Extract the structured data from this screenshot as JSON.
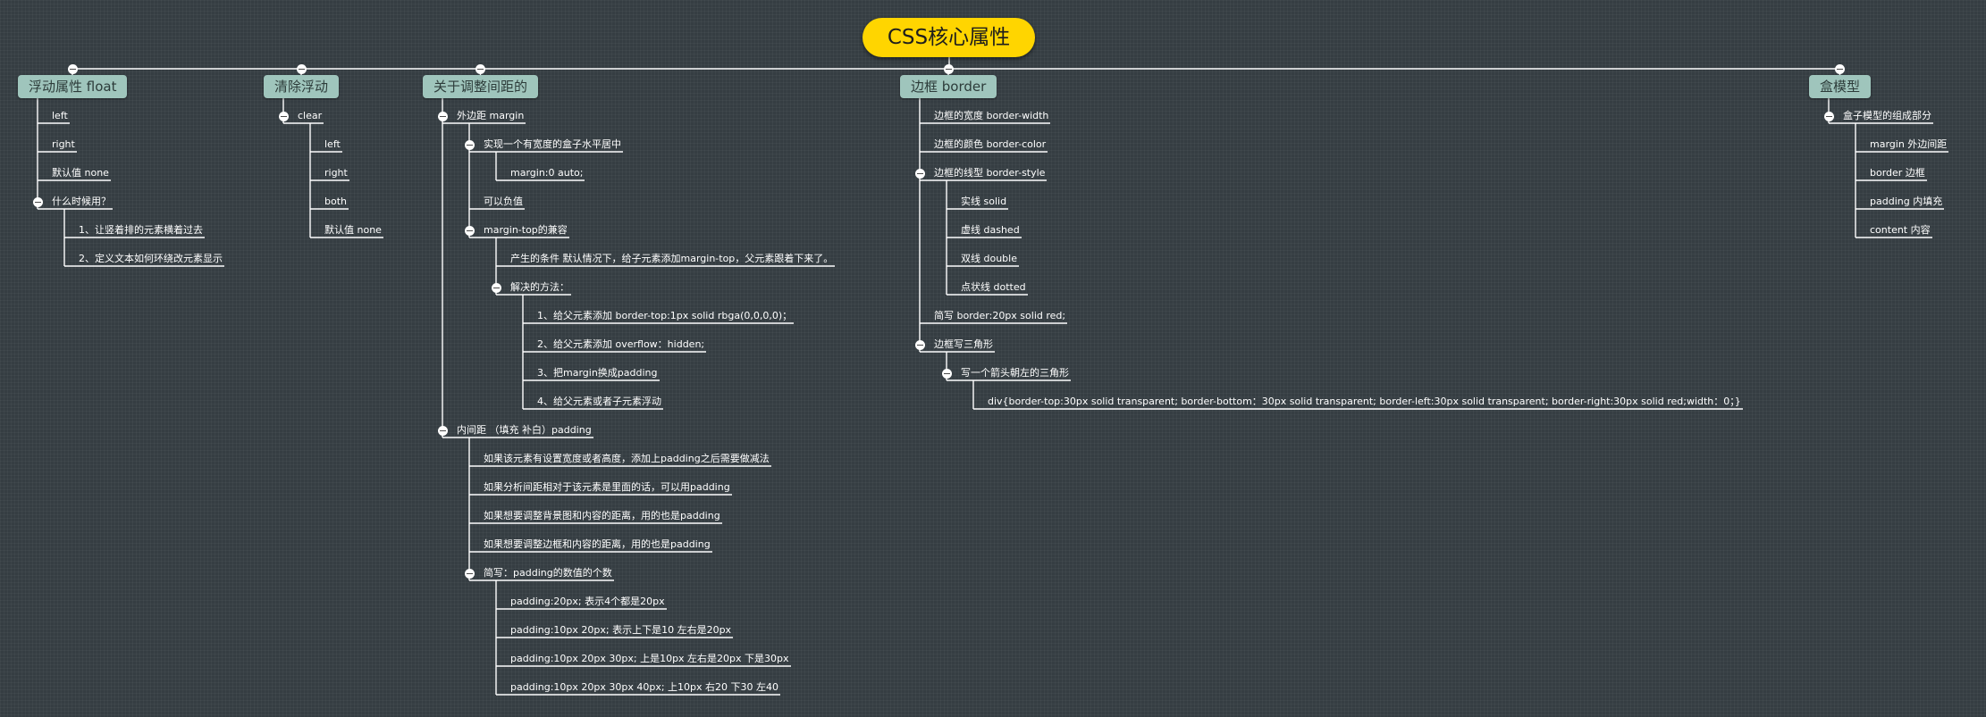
{
  "root": {
    "label": "CSS核心属性"
  },
  "branches": [
    {
      "label": "浮动属性 float",
      "children": [
        {
          "label": "left"
        },
        {
          "label": "right"
        },
        {
          "label": "默认值 none"
        },
        {
          "label": "什么时候用？",
          "children": [
            {
              "label": "1、让竖着排的元素横着过去"
            },
            {
              "label": "2、定义文本如何环绕改元素显示"
            }
          ]
        }
      ]
    },
    {
      "label": "清除浮动",
      "children": [
        {
          "label": "clear",
          "children": [
            {
              "label": "left"
            },
            {
              "label": "right"
            },
            {
              "label": "both"
            },
            {
              "label": "默认值 none"
            }
          ]
        }
      ]
    },
    {
      "label": "关于调整间距的",
      "children": [
        {
          "label": "外边距 margin",
          "children": [
            {
              "label": "实现一个有宽度的盒子水平居中",
              "children": [
                {
                  "label": "margin:0 auto;"
                }
              ]
            },
            {
              "label": "可以负值"
            },
            {
              "label": "margin-top的兼容",
              "children": [
                {
                  "label": "产生的条件 默认情况下，给子元素添加margin-top，父元素跟着下来了。"
                },
                {
                  "label": "解决的方法：",
                  "children": [
                    {
                      "label": "1、给父元素添加 border-top:1px solid rbga(0,0,0,0)；"
                    },
                    {
                      "label": "2、给父元素添加 overflow：hidden;"
                    },
                    {
                      "label": "3、把margin换成padding"
                    },
                    {
                      "label": "4、给父元素或者子元素浮动"
                    }
                  ]
                }
              ]
            }
          ]
        },
        {
          "label": "内间距 （填充 补白）padding",
          "children": [
            {
              "label": "如果该元素有设置宽度或者高度，添加上padding之后需要做减法"
            },
            {
              "label": "如果分析间距相对于该元素是里面的话，可以用padding"
            },
            {
              "label": "如果想要调整背景图和内容的距离，用的也是padding"
            },
            {
              "label": "如果想要调整边框和内容的距离，用的也是padding"
            },
            {
              "label": "简写：padding的数值的个数",
              "children": [
                {
                  "label": "padding:20px; 表示4个都是20px"
                },
                {
                  "label": "padding:10px 20px; 表示上下是10 左右是20px"
                },
                {
                  "label": "padding:10px 20px 30px; 上是10px 左右是20px 下是30px"
                },
                {
                  "label": "padding:10px 20px 30px 40px; 上10px 右20 下30 左40"
                }
              ]
            }
          ]
        }
      ]
    },
    {
      "label": "边框 border",
      "children": [
        {
          "label": "边框的宽度 border-width"
        },
        {
          "label": "边框的颜色 border-color"
        },
        {
          "label": "边框的线型 border-style",
          "children": [
            {
              "label": "实线 solid"
            },
            {
              "label": "虚线 dashed"
            },
            {
              "label": "双线 double"
            },
            {
              "label": "点状线 dotted"
            }
          ]
        },
        {
          "label": "简写 border:20px solid red;"
        },
        {
          "label": "边框写三角形",
          "children": [
            {
              "label": "写一个箭头朝左的三角形",
              "children": [
                {
                  "label": "div{border-top:30px solid transparent; border-bottom：30px solid transparent; border-left:30px solid transparent; border-right:30px solid red;width：0；}"
                }
              ]
            }
          ]
        }
      ]
    },
    {
      "label": "盒模型",
      "children": [
        {
          "label": "盒子模型的组成部分",
          "children": [
            {
              "label": "margin 外边间距"
            },
            {
              "label": "border 边框"
            },
            {
              "label": "padding 内填充"
            },
            {
              "label": "content 内容"
            }
          ]
        }
      ]
    }
  ]
}
